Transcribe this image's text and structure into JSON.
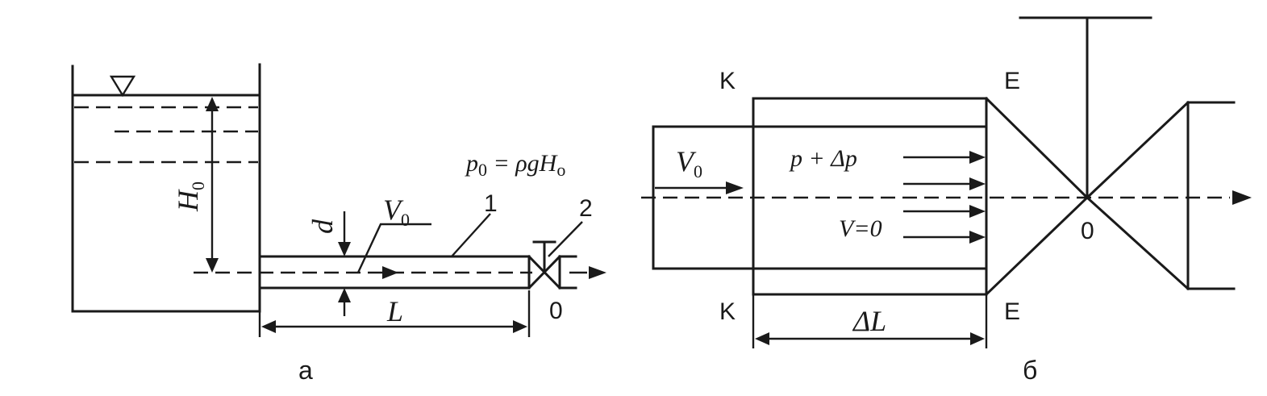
{
  "panel_a": {
    "caption": "а",
    "head_label": "H",
    "head_label_sub": "0",
    "diameter_label": "d",
    "velocity_label": "V",
    "velocity_label_sub": "0",
    "length_label": "L",
    "pressure_formula_lhs": "p",
    "pressure_formula_lhs_sub": "0",
    "pressure_formula_rhs": " = ρgH",
    "pressure_formula_rhs_sub": "o",
    "pipe_number": "1",
    "valve_number": "2",
    "valve_point": "0"
  },
  "panel_b": {
    "caption": "б",
    "section_k_top": "K",
    "section_k_bottom": "K",
    "section_e_top": "E",
    "section_e_bottom": "E",
    "velocity_label": "V",
    "velocity_label_sub": "0",
    "pressure_label": "p + Δp",
    "zero_velocity_label": "V=0",
    "segment_label": "ΔL",
    "valve_point": "0"
  }
}
